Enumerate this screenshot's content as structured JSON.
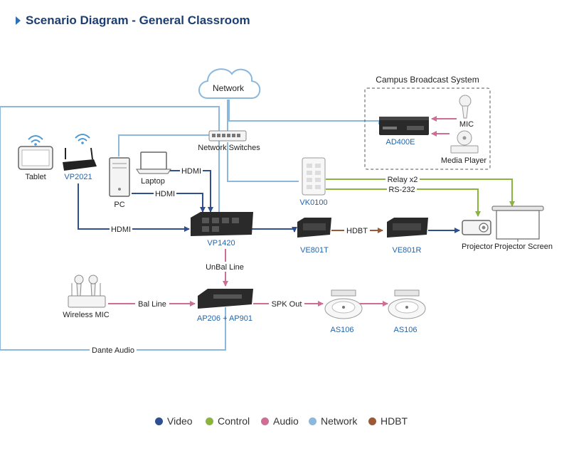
{
  "title": "Scenario Diagram - General Classroom",
  "colors": {
    "video": "#2f4f8f",
    "control": "#8ab43c",
    "audio": "#cf6e95",
    "network": "#8db8dd",
    "hdbt": "#9a5a35"
  },
  "nodes": {
    "network": "Network",
    "campus_broadcast": "Campus Broadcast System",
    "mic": "MIC",
    "media_player": "Media Player",
    "ad400e": "AD400E",
    "network_switches": "Network Switches",
    "tablet": "Tablet",
    "vp2021": "VP2021",
    "laptop": "Laptop",
    "pc": "PC",
    "vk0100": "VK0100",
    "vp1420": "VP1420",
    "ve801t": "VE801T",
    "ve801r": "VE801R",
    "projector": "Projector",
    "projector_screen": "Projector Screen",
    "wireless_mic": "Wireless MIC",
    "ap206": "AP206 + AP901",
    "as106_a": "AS106",
    "as106_b": "AS106"
  },
  "links": {
    "hdmi_laptop": "HDMI",
    "hdmi_pc": "HDMI",
    "hdmi_vp2021": "HDMI",
    "hdbt": "HDBT",
    "relay": "Relay x2",
    "rs232": "RS-232",
    "unbal": "UnBal Line",
    "bal": "Bal Line",
    "spk": "SPK Out",
    "dante": "Dante Audio"
  },
  "legend": [
    {
      "label": "Video",
      "color": "#2f4f8f"
    },
    {
      "label": "Control",
      "color": "#8ab43c"
    },
    {
      "label": "Audio",
      "color": "#cf6e95"
    },
    {
      "label": "Network",
      "color": "#8db8dd"
    },
    {
      "label": "HDBT",
      "color": "#9a5a35"
    }
  ]
}
